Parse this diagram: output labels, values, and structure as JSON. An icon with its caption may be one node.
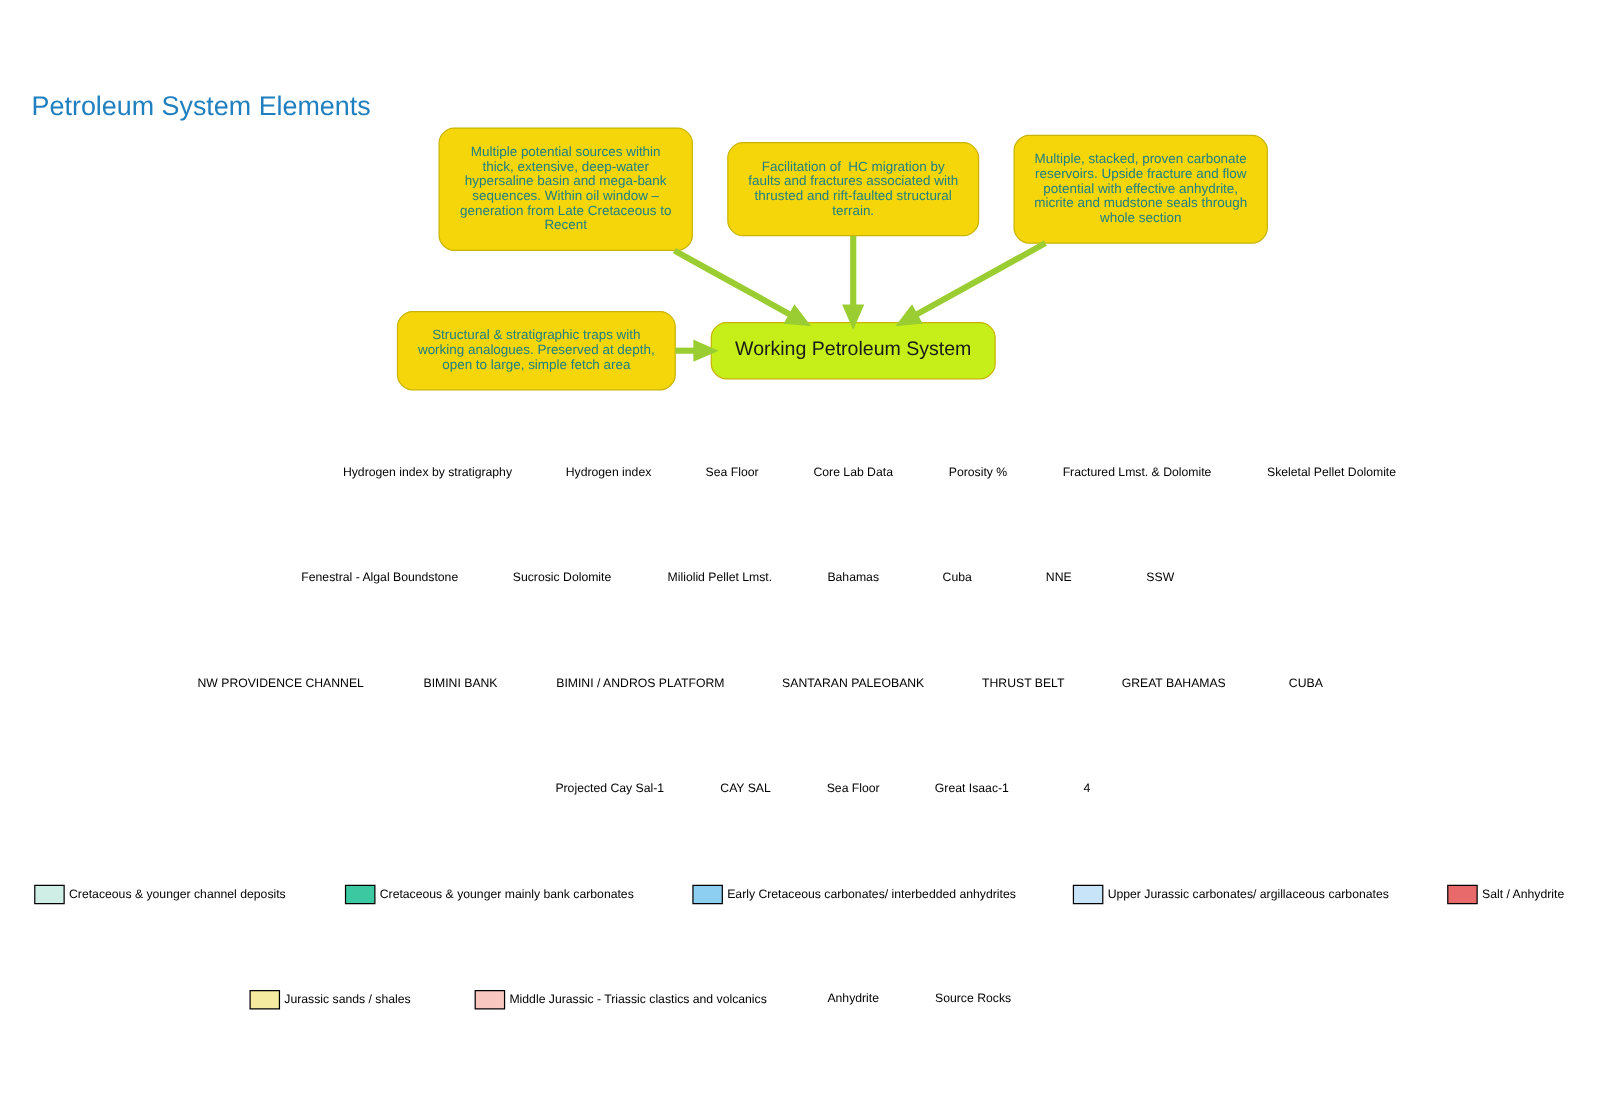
{
  "diagram": {
    "title": "Petroleum System Elements",
    "nodes": [
      {
        "text": [
          "Multiple potential sources within thick, extensive, deep-water hypersaline basin and mega-bank sequences. Within oil window – generation from Late Cretaceous to Recent"
        ]
      },
      {
        "text": [
          "Facilitation of  HC migration by faults and fractures associated with thrusted and rift-faulted structural terrain."
        ]
      },
      {
        "text": [
          "Multiple, stacked, proven carbonate reservoirs. Upside fracture and flow potential with effective anhydrite, micrite and mudstone seals through whole section"
        ]
      },
      {
        "text": [
          "Working Petroleum System"
        ]
      },
      {
        "text": [
          "Structural & stratigraphic traps with working analogues. Preserved at depth, open to large, simple fetch area"
        ]
      }
    ],
    "edges": [
      {
        "from": 0,
        "to": 3,
        "arrow": "to"
      },
      {
        "from": 1,
        "to": 3,
        "arrow": "to"
      },
      {
        "from": 2,
        "to": 3,
        "arrow": "to"
      },
      {
        "from": 4,
        "to": 3,
        "arrow": "to"
      }
    ],
    "labels": [
      "Hydrogen index by stratigraphy",
      "Hydrogen index",
      "Sea Floor",
      "Core Lab Data",
      "Porosity %",
      "Fractured Lmst. & Dolomite",
      "Skeletal Pellet Dolomite",
      "Fenestral - Algal Boundstone",
      "Sucrosic Dolomite",
      "Miliolid Pellet Lmst.",
      "Bahamas",
      "Cuba",
      "NNE",
      "SSW",
      "NW PROVIDENCE CHANNEL",
      "BIMINI BANK",
      "BIMINI / ANDROS PLATFORM",
      "SANTARAN PALEOBANK",
      "THRUST BELT",
      "GREAT BAHAMAS",
      "CUBA",
      "Projected Cay Sal-1",
      "CAY SAL",
      "Sea Floor",
      "Great Isaac-1",
      "4"
    ],
    "legend": [
      {
        "text": "Cretaceous & younger channel deposits",
        "color": "#cfeee6"
      },
      {
        "text": "Cretaceous & younger mainly bank carbonates",
        "color": "#3cc8a0"
      },
      {
        "text": "Early Cretaceous carbonates/ interbedded anhydrites",
        "color": "#8ccff0"
      },
      {
        "text": "Upper Jurassic carbonates/ argillaceous carbonates",
        "color": "#c8e4f8"
      },
      {
        "text": "Salt / Anhydrite",
        "color": "#e86a6a"
      },
      {
        "text": "Jurassic sands / shales",
        "color": "#f4eaa0"
      },
      {
        "text": "Middle Jurassic - Triassic clastics and volcanics",
        "color": "#f8c8c0"
      },
      {
        "text": "Anhydrite"
      },
      {
        "text": "Source Rocks"
      }
    ]
  }
}
